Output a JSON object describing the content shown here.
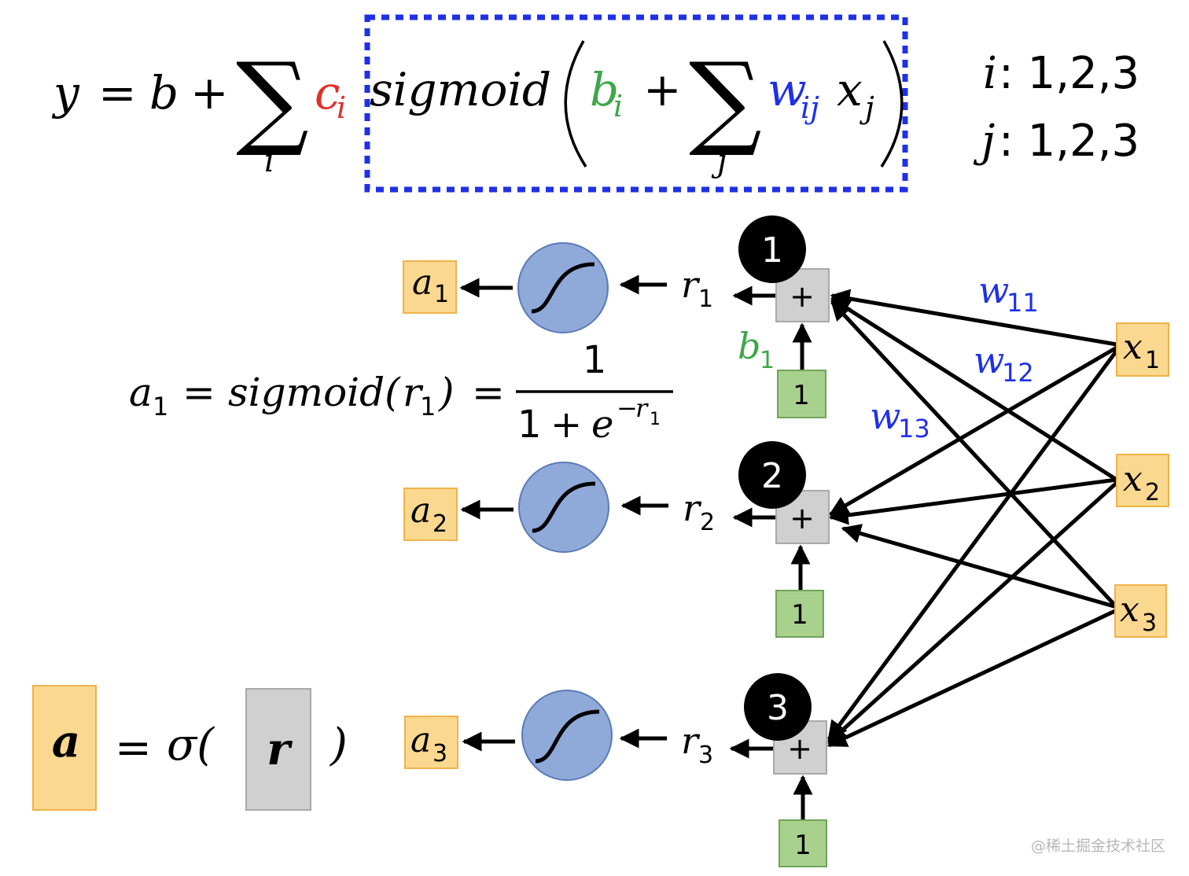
{
  "formula": {
    "y": "y",
    "eq": "=",
    "b": "b",
    "plus1": "+",
    "sum_outer_index": "i",
    "c": "c",
    "c_sub": "i",
    "sigmoid": "sigmoid",
    "bi": "b",
    "bi_sub": "i",
    "plus2": "+",
    "sum_inner_index": "j",
    "w": "w",
    "w_sub": "ij",
    "x": "x",
    "x_sub": "j"
  },
  "ranges": {
    "i_label": "i",
    "i_values": ": 1,2,3",
    "j_label": "j",
    "j_values": ": 1,2,3"
  },
  "neurons": [
    {
      "badge": "1",
      "a": "a",
      "a_sub": "1",
      "r": "r",
      "r_sub": "1",
      "bias_input": "1",
      "plus": "+"
    },
    {
      "badge": "2",
      "a": "a",
      "a_sub": "2",
      "r": "r",
      "r_sub": "2",
      "bias_input": "1",
      "plus": "+"
    },
    {
      "badge": "3",
      "a": "a",
      "a_sub": "3",
      "r": "r",
      "r_sub": "3",
      "bias_input": "1",
      "plus": "+"
    }
  ],
  "bias_label": {
    "b": "b",
    "sub": "1"
  },
  "weights": [
    {
      "w": "w",
      "sub": "11"
    },
    {
      "w": "w",
      "sub": "12"
    },
    {
      "w": "w",
      "sub": "13"
    }
  ],
  "inputs": [
    {
      "x": "x",
      "sub": "1"
    },
    {
      "x": "x",
      "sub": "2"
    },
    {
      "x": "x",
      "sub": "3"
    }
  ],
  "sigmoid_eq": {
    "lhs_a": "a",
    "lhs_sub": "1",
    "eq1": "=",
    "fn": "sigmoid(",
    "r": "r",
    "r_sub": "1",
    "close": ")",
    "eq2": "=",
    "numerator": "1",
    "denom_one": "1",
    "denom_plus": "+",
    "denom_e": "e",
    "exp_minus": "−",
    "exp_r": "r",
    "exp_sub": "1"
  },
  "vector_eq": {
    "a": "a",
    "eq": "=",
    "sigma": "σ(",
    "r": "r",
    "close": ")"
  },
  "watermark": "@稀土掘金技术社区",
  "colors": {
    "blue_box": "#1f30e8",
    "red": "#e0302a",
    "green": "#3fa64a",
    "blue_text": "#1f30e8",
    "orange_fill": "#fbd88f",
    "orange_stroke": "#f0b24a",
    "gray_fill": "#d0d0d0",
    "gray_stroke": "#a9a9a9",
    "green_fill": "#a9d18e",
    "green_stroke": "#6fa55a",
    "circle_fill": "#8fa9d9",
    "circle_stroke": "#5b7ab8"
  }
}
